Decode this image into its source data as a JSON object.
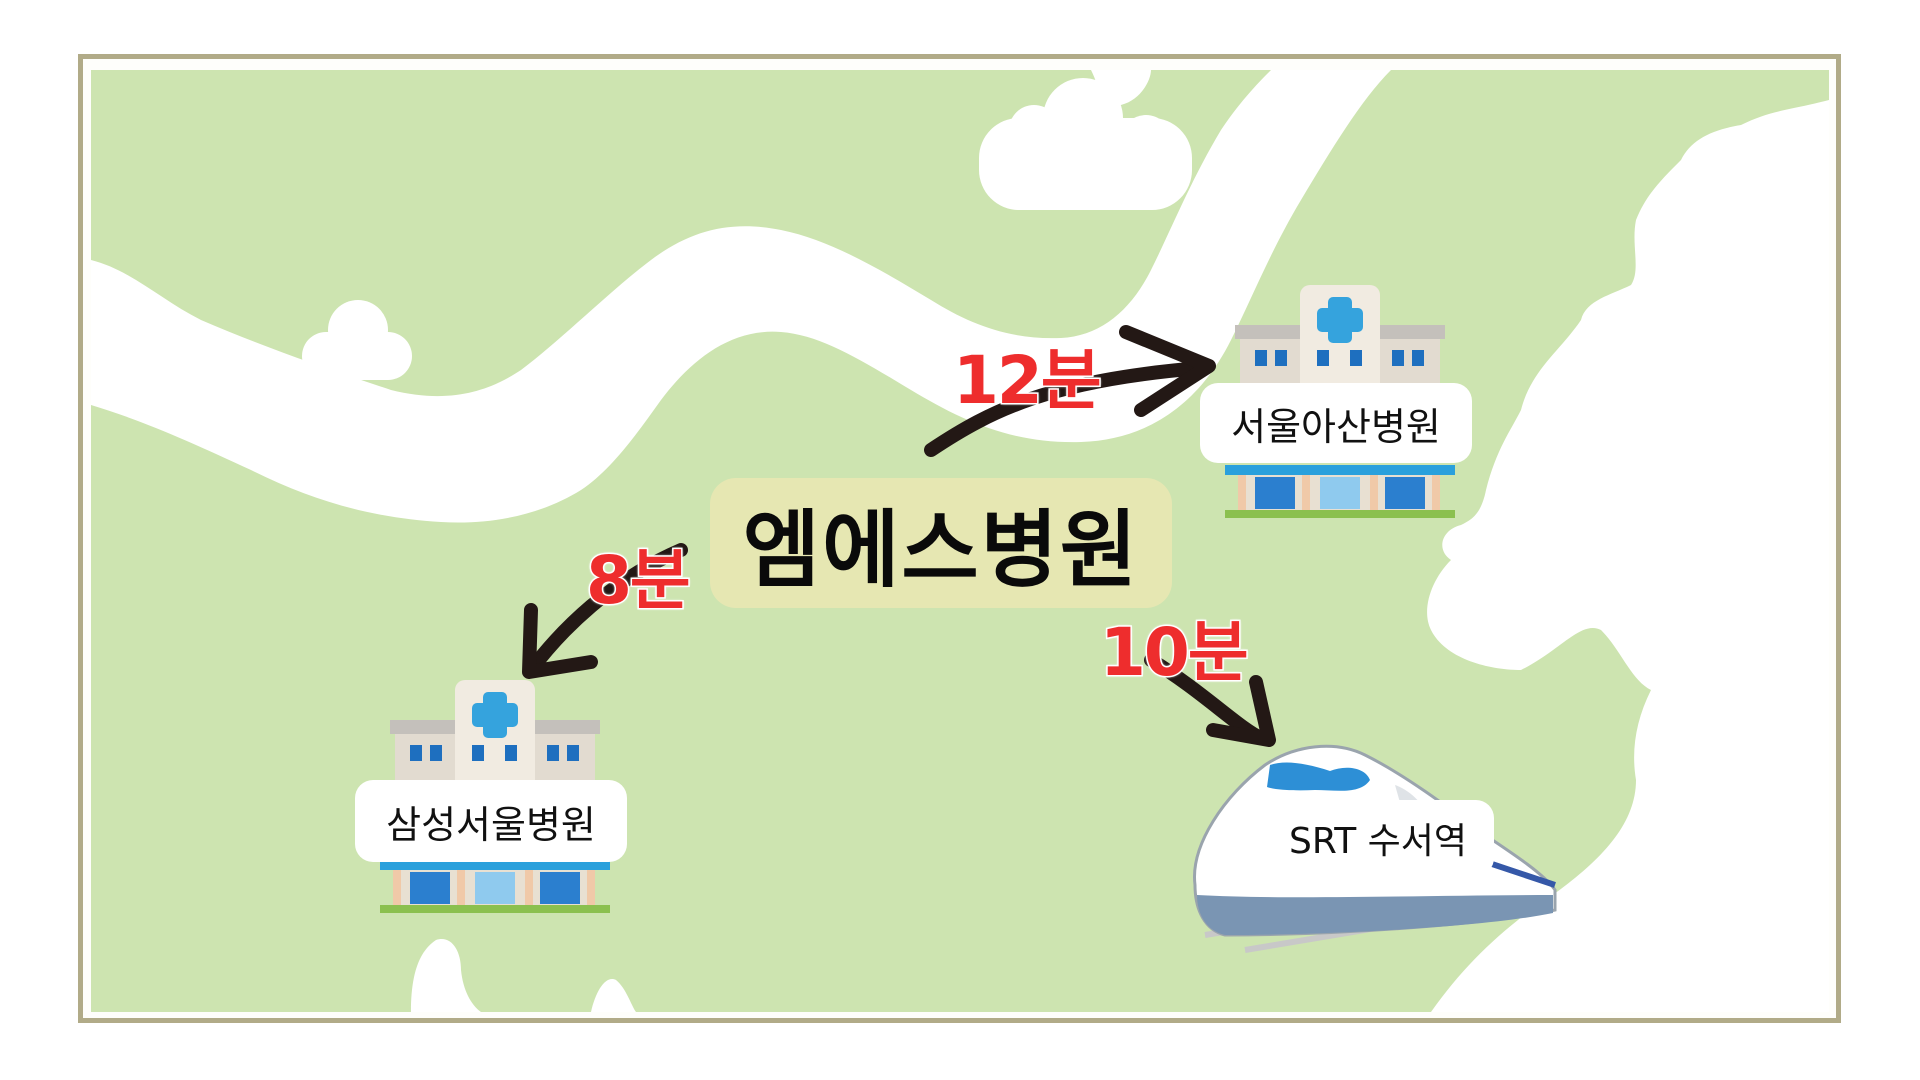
{
  "map": {
    "colors": {
      "land": "#cde4b0",
      "water": "#ffffff",
      "frame": "#b1ab88",
      "center_label_bg": "#e6e7b2",
      "time_text": "#ee2d2d",
      "arrow": "#231815"
    },
    "center": {
      "label": "엠에스병원",
      "icon": "none"
    },
    "destinations": [
      {
        "label": "서울아산병원",
        "icon": "hospital-icon",
        "travel_time": "12분"
      },
      {
        "label": "삼성서울병원",
        "icon": "hospital-icon",
        "travel_time": "8분"
      },
      {
        "label": "SRT 수서역",
        "icon": "train-icon",
        "travel_time": "10분"
      }
    ]
  }
}
